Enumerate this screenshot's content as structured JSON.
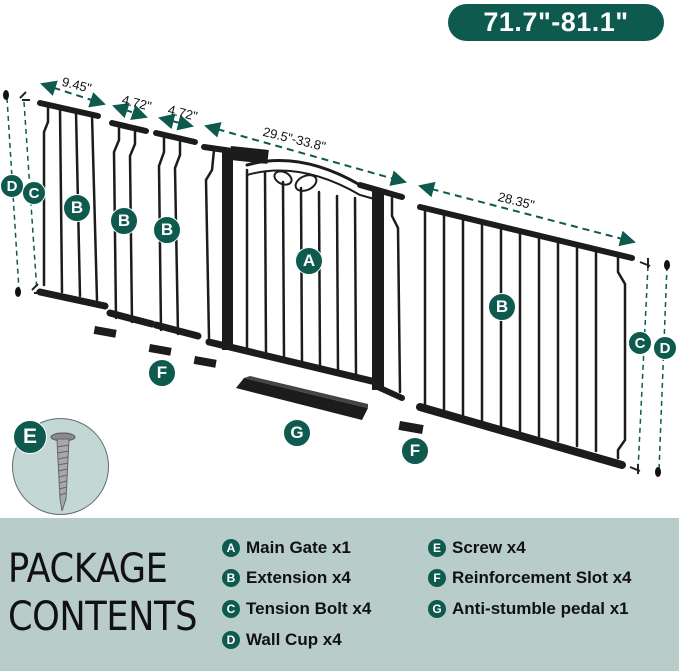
{
  "range_badge": "71.7\"-81.1\"",
  "dimensions": {
    "ext_large": "9.45\"",
    "ext_small_1": "4.72\"",
    "ext_small_2": "4.72\"",
    "main_gate": "29.5\"-33.8\"",
    "ext_wide": "28.35\""
  },
  "part_badges": {
    "A": "A",
    "B": "B",
    "C": "C",
    "D": "D",
    "E": "E",
    "F": "F",
    "G": "G"
  },
  "contents": {
    "title_line1": "PACKAGE",
    "title_line2": "CONTENTS",
    "items": [
      {
        "letter": "A",
        "label": "Main Gate x1"
      },
      {
        "letter": "B",
        "label": "Extension x4"
      },
      {
        "letter": "C",
        "label": "Tension Bolt x4"
      },
      {
        "letter": "D",
        "label": "Wall Cup x4"
      },
      {
        "letter": "E",
        "label": "Screw x4"
      },
      {
        "letter": "F",
        "label": "Reinforcement Slot x4"
      },
      {
        "letter": "G",
        "label": "Anti-stumble pedal x1"
      }
    ]
  },
  "colors": {
    "accent_green": "#0e5a4e",
    "panel_bg": "#b8ccc9",
    "screw_circle_bg": "#c3d8d5",
    "metal": "#1c1c1c"
  }
}
